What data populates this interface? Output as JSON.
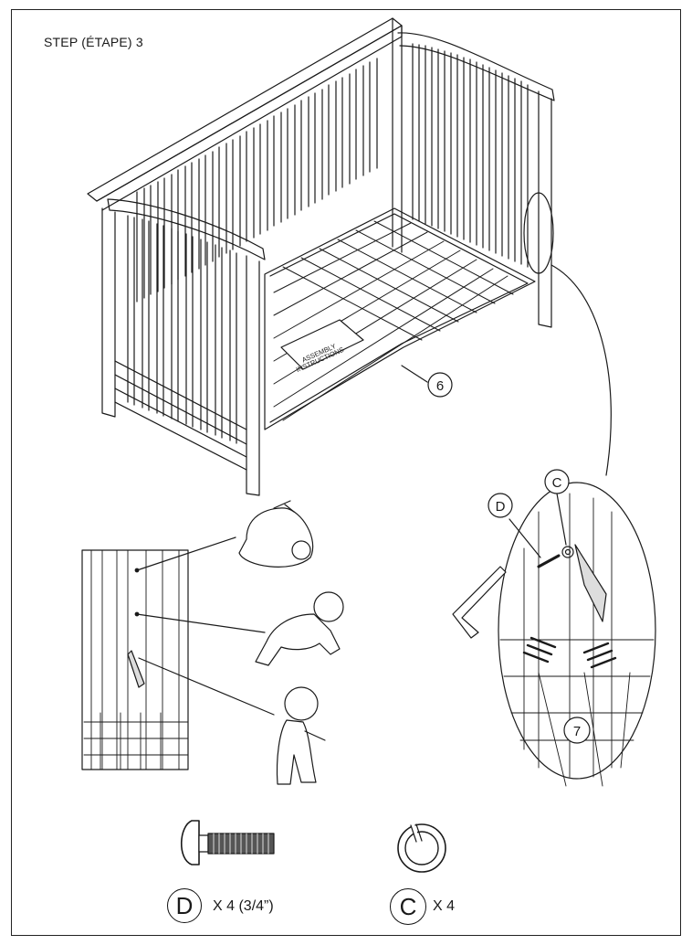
{
  "step": {
    "title": "STEP (ÉTAPE) 3"
  },
  "callouts": {
    "mattress_support": "6",
    "spring_bracket": "7",
    "bolt": "D",
    "washer": "C"
  },
  "crib_label": {
    "line1": "ASSEMBLY",
    "line2": "INSTRUCTIONS"
  },
  "hardware": [
    {
      "letter": "D",
      "qty": "X 4 (3/4”)",
      "icon": "bolt-icon"
    },
    {
      "letter": "C",
      "qty": "X 4",
      "icon": "lock-washer-icon"
    }
  ],
  "height_positions": [
    "newborn-position-icon",
    "crawling-baby-position-icon",
    "standing-toddler-position-icon"
  ]
}
